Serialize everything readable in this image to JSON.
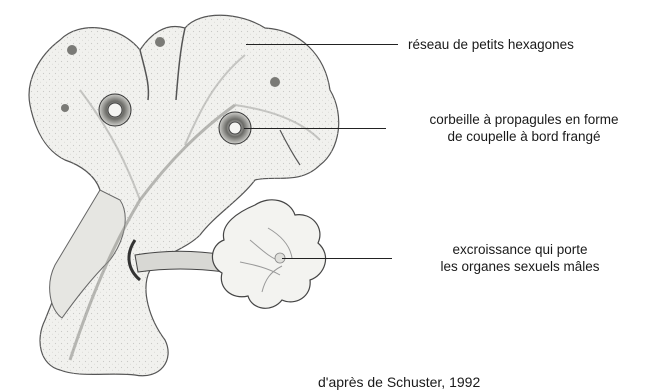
{
  "labels": {
    "hexagons": "réseau de petits hexagones",
    "basket_line1": "corbeille à propagules en forme",
    "basket_line2": "de coupelle à bord frangé",
    "excrescence_line1": "excroissance qui porte",
    "excrescence_line2": "les organes sexuels mâles"
  },
  "credit": "d'après de Schuster, 1992",
  "colors": {
    "ink": "#222222",
    "thallus_fill": "#f1f1ee",
    "shade": "#9a9a96"
  }
}
